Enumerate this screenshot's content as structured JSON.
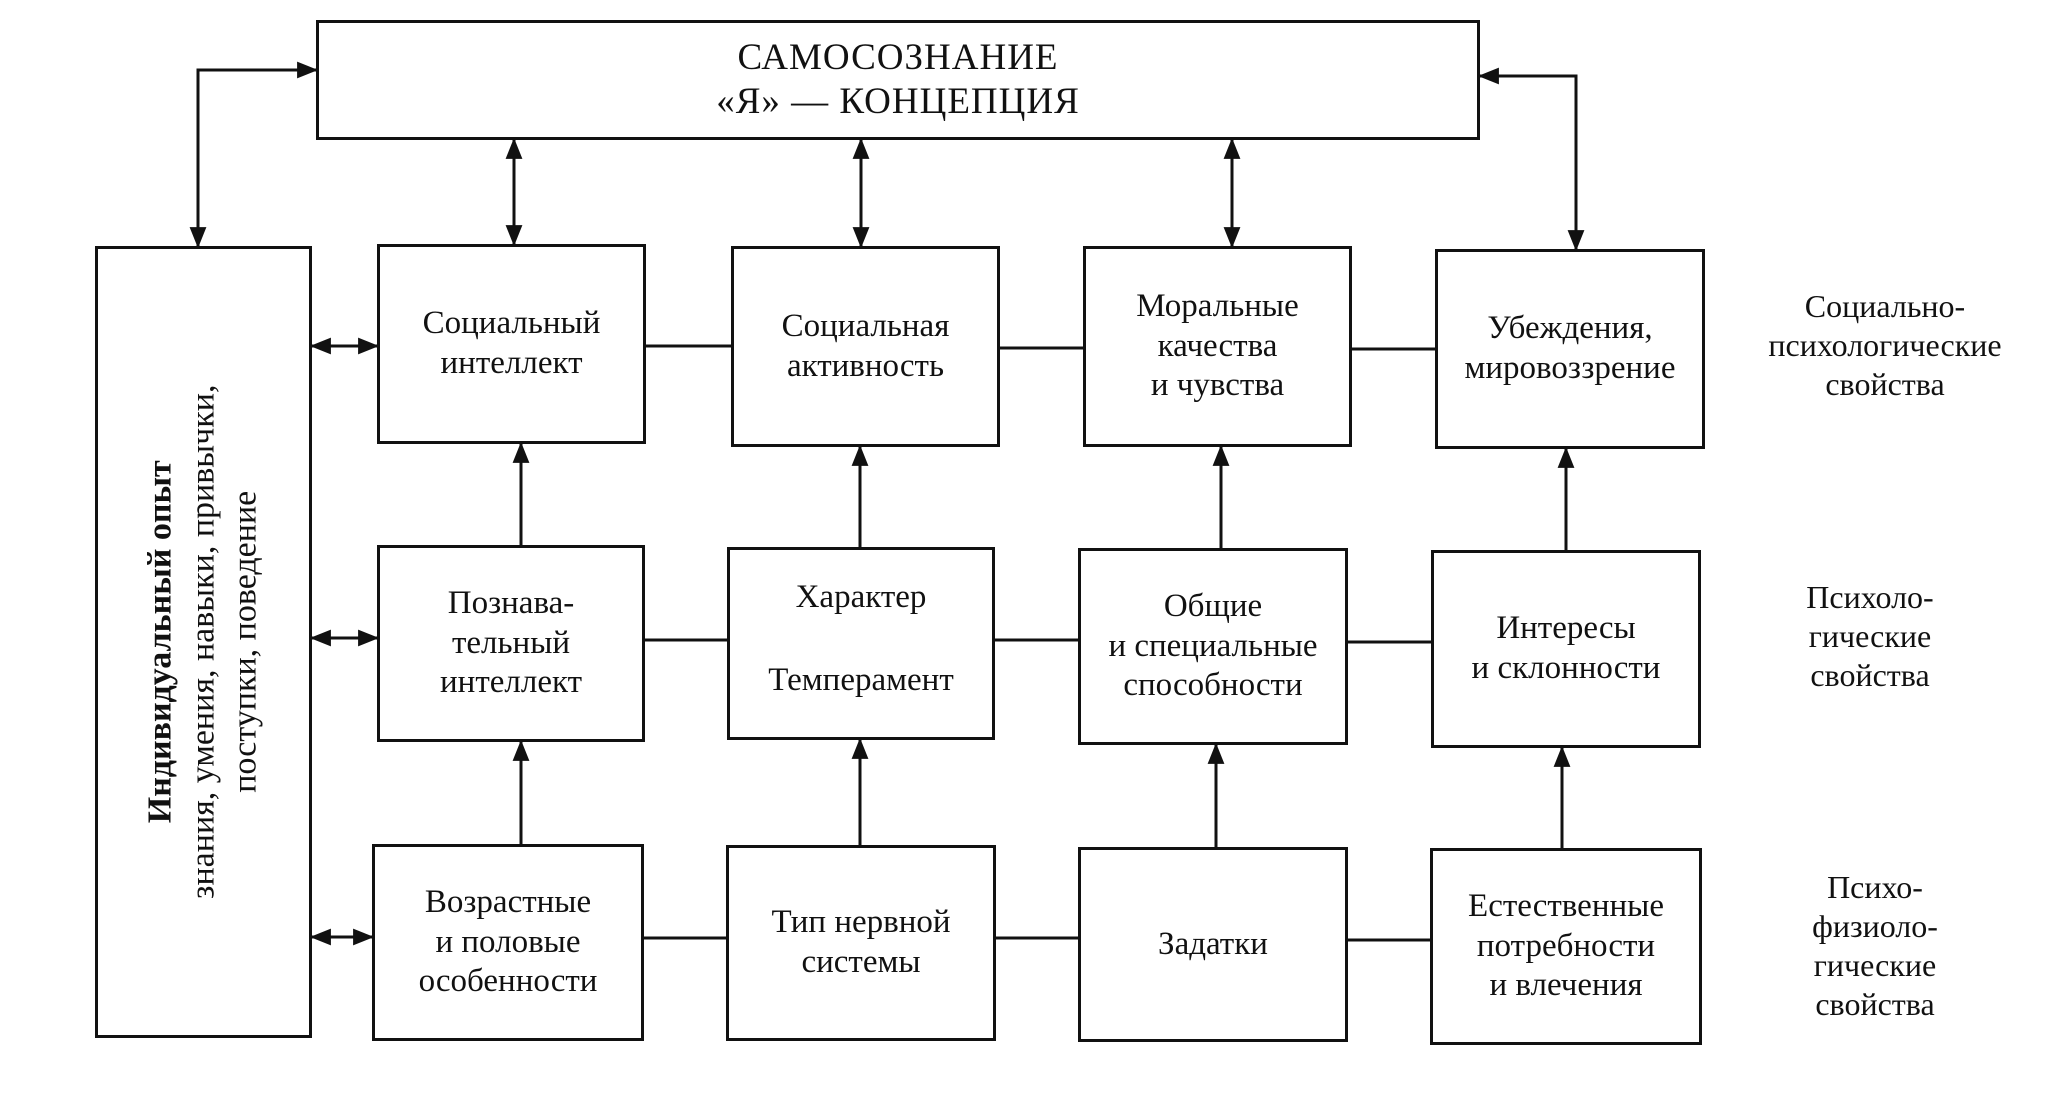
{
  "top": {
    "line1": "САМОСОЗНАНИЕ",
    "line2": "«Я» — КОНЦЕПЦИЯ"
  },
  "experience": {
    "line1": "Индивидуальный опыт",
    "line2": "знания, умения, навыки, привычки,",
    "line3": "поступки, поведение"
  },
  "row1": {
    "b1": {
      "l1": "Социальный",
      "l2": "интеллект"
    },
    "b2": {
      "l1": "Социальная",
      "l2": "активность"
    },
    "b3": {
      "l1": "Моральные",
      "l2": "качества",
      "l3": "и чувства"
    },
    "b4": {
      "l1": "Убеждения,",
      "l2": "мировоззрение"
    }
  },
  "row2": {
    "b1": {
      "l1": "Познава-",
      "l2": "тельный",
      "l3": "интеллект"
    },
    "b2": {
      "l1": "Характер",
      "l2": "Темперамент"
    },
    "b3": {
      "l1": "Общие",
      "l2": "и специальные",
      "l3": "способности"
    },
    "b4": {
      "l1": "Интересы",
      "l2": "и склонности"
    }
  },
  "row3": {
    "b1": {
      "l1": "Возрастные",
      "l2": "и половые",
      "l3": "особенности"
    },
    "b2": {
      "l1": "Тип нервной",
      "l2": "системы"
    },
    "b3": {
      "l1": "Задатки"
    },
    "b4": {
      "l1": "Естественные",
      "l2": "потребности",
      "l3": "и влечения"
    }
  },
  "levels": {
    "social": {
      "l1": "Социально-",
      "l2": "психологические",
      "l3": "свойства"
    },
    "psych": {
      "l1": "Психоло-",
      "l2": "гические",
      "l3": "свойства"
    },
    "physio": {
      "l1": "Психо-",
      "l2": "физиоло-",
      "l3": "гические",
      "l4": "свойства"
    }
  }
}
